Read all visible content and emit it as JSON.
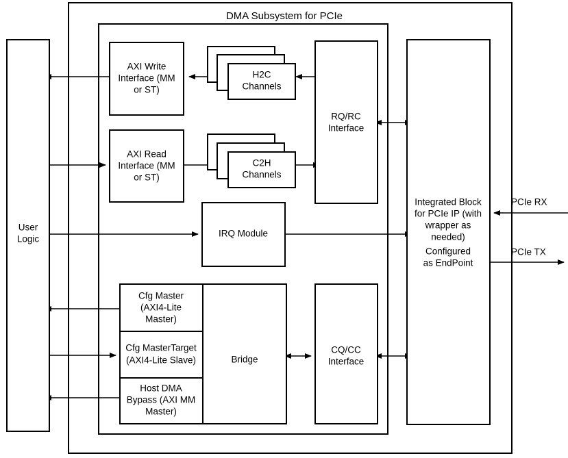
{
  "diagram": {
    "title": "DMA Subsystem for PCIe",
    "blocks": {
      "user_logic": {
        "line1": "User",
        "line2": "Logic"
      },
      "axi_write": {
        "line1": "AXI Write",
        "line2": "Interface (MM",
        "line3": "or ST)"
      },
      "axi_read": {
        "line1": "AXI Read",
        "line2": "Interface (MM",
        "line3": "or ST)"
      },
      "h2c": {
        "line1": "H2C",
        "line2": "Channels"
      },
      "c2h": {
        "line1": "C2H",
        "line2": "Channels"
      },
      "irq": {
        "line1": "IRQ Module"
      },
      "rqrc": {
        "line1": "RQ/RC",
        "line2": "Interface"
      },
      "cqcc": {
        "line1": "CQ/CC",
        "line2": "Interface"
      },
      "bridge": {
        "line1": "Bridge"
      },
      "cfg_master": {
        "line1": "Cfg Master",
        "line2": "(AXI4-Lite",
        "line3": "Master)"
      },
      "cfg_target": {
        "line1": "Cfg MasterTarget",
        "line2": "(AXI4-Lite Slave)"
      },
      "host_bypass": {
        "line1": "Host DMA",
        "line2": "Bypass (AXI MM",
        "line3": "Master)"
      },
      "integrated_block": {
        "line1": "Integrated Block",
        "line2": "for PCIe IP (with",
        "line3": "wrapper as",
        "line4": "needed)",
        "line5": "Configured",
        "line6": "as EndPoint"
      }
    },
    "ports": {
      "pcie_rx": "PCIe RX",
      "pcie_tx": "PCIe TX"
    },
    "colors": {
      "stroke": "#000000",
      "fill": "#ffffff",
      "text": "#000000"
    }
  }
}
